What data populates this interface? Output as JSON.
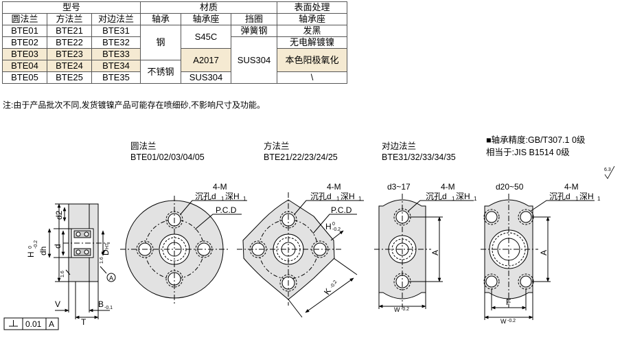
{
  "table": {
    "group_headers": [
      "型号",
      "材质",
      "表面处理"
    ],
    "sub_headers": [
      "圆法兰",
      "方法兰",
      "对边法兰",
      "轴承",
      "轴承座",
      "挡圈",
      "轴承座"
    ],
    "rows": [
      [
        "BTE01",
        "BTE21",
        "BTE31"
      ],
      [
        "BTE02",
        "BTE22",
        "BTE32"
      ],
      [
        "BTE03",
        "BTE23",
        "BTE33"
      ],
      [
        "BTE04",
        "BTE24",
        "BTE34"
      ],
      [
        "BTE05",
        "BTE25",
        "BTE35"
      ]
    ],
    "bearing": [
      "钢",
      "不锈钢"
    ],
    "housing": [
      "S45C",
      "A2017",
      "SUS304"
    ],
    "ring": [
      "弹簧钢",
      "SUS304"
    ],
    "finish": [
      "发黑",
      "无电解镀镍",
      "本色阳极氧化",
      "\\"
    ],
    "highlight_color": "#f5ead2"
  },
  "note": "注:由于产品批次不同,发货镀镍产品可能存在喷细砂,不影响尺寸及功能。",
  "views": {
    "round": {
      "title": "圆法兰",
      "models": "BTE01/02/03/04/05"
    },
    "square": {
      "title": "方法兰",
      "models": "BTE21/22/23/24/25"
    },
    "flat": {
      "title": "对边法兰",
      "models": "BTE31/32/33/34/35"
    }
  },
  "precision": {
    "line1": "■轴承精度:GB/T307.1 0级",
    "line2": "相当于:JIS B1514 0级"
  },
  "dims": {
    "four_m": "4-M",
    "counterbore": "沉孔d",
    "counterbore_sub": "1",
    "depth": "深H",
    "depth_sub": "1",
    "pcd": "P.C.D",
    "h": "H",
    "h_tol_up": "0",
    "h_tol_down": "-0.2",
    "k": "K",
    "k_tol_up": "0",
    "k_tol_down": "-0.2",
    "d_small": "d3~17",
    "d_large": "d20~50",
    "a": "A",
    "w": "W",
    "w_tol_up": "0",
    "w_tol_down": "-0.2",
    "f": "F",
    "d2": "d2",
    "dh": "dh",
    "d": "d",
    "dh7": "D",
    "dh7_sub": "H7",
    "v": "V",
    "b": "B",
    "b_tol": "-0.1",
    "t": "T",
    "rough1": "1.6",
    "rough2": "1.6",
    "datum": "A",
    "surface": "6.3",
    "tol_value": "0.01",
    "tol_datum": "A"
  }
}
